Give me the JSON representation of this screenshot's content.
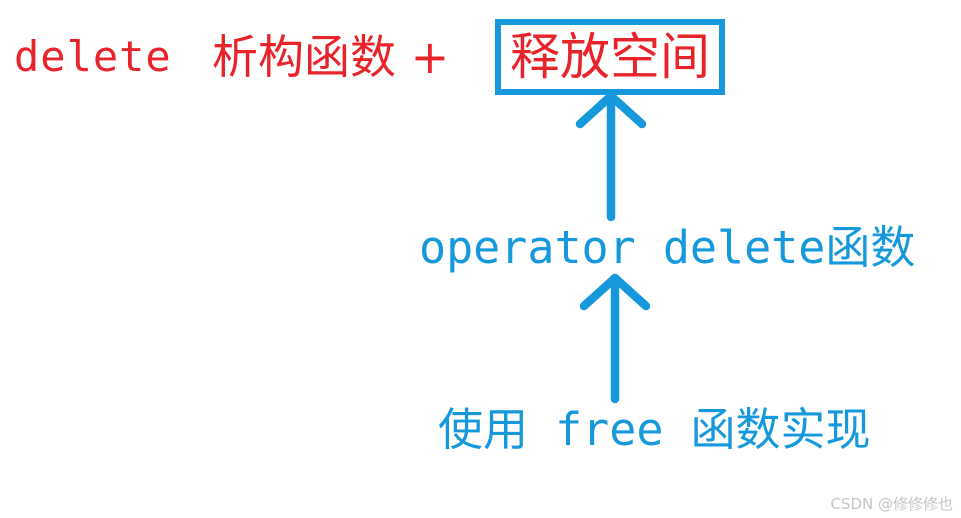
{
  "colors": {
    "red": "#e8232a",
    "blue": "#1598dc",
    "watermark": "#c6c6c6",
    "background": "#ffffff"
  },
  "diagram": {
    "top_row": {
      "keyword": "delete",
      "middle_text": "析构函数 +",
      "boxed_text": "释放空间"
    },
    "middle_label": "operator delete函数",
    "bottom_label": "使用 free 函数实现",
    "arrows": [
      {
        "icon": "up-arrow-icon",
        "from": "operator delete函数",
        "to": "释放空间"
      },
      {
        "icon": "up-arrow-icon",
        "from": "使用 free 函数实现",
        "to": "operator delete函数"
      }
    ]
  },
  "watermark": "CSDN @修修修也"
}
